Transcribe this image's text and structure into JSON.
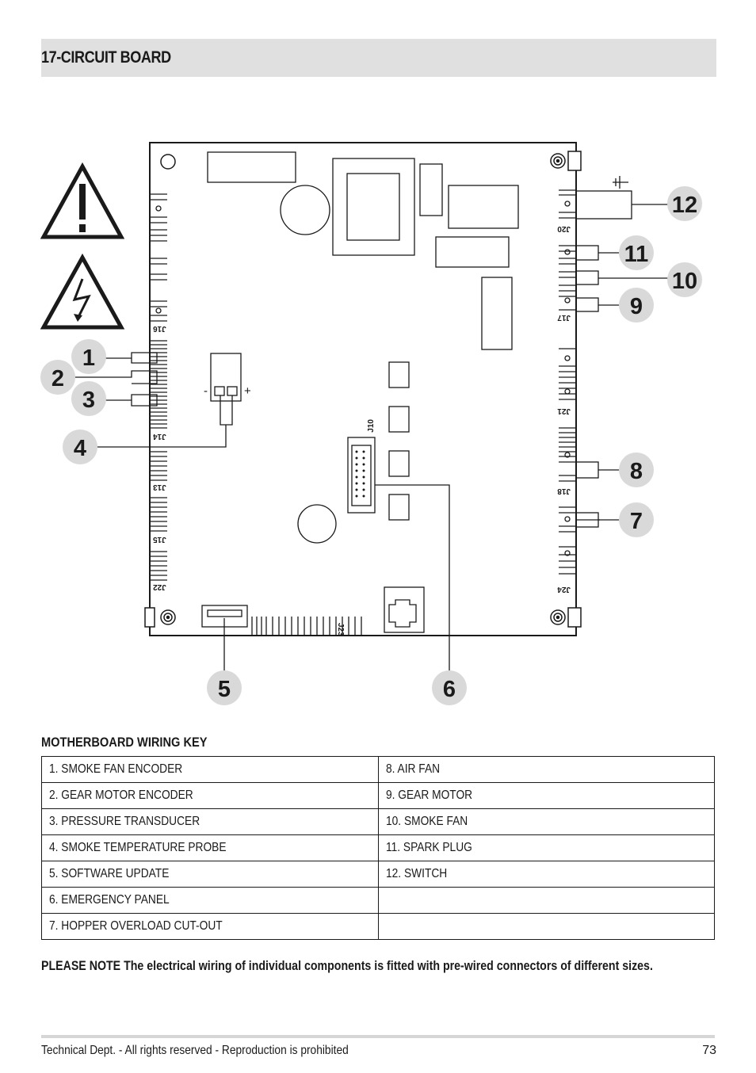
{
  "header": {
    "title": "17-CIRCUIT BOARD"
  },
  "diagram": {
    "polarity_minus": "-",
    "polarity_plus": "+",
    "connector_labels": [
      "J16",
      "J14",
      "J13",
      "J15",
      "J22",
      "J10",
      "J20",
      "J17",
      "J21",
      "J18",
      "J24",
      "J23"
    ],
    "callouts": [
      "1",
      "2",
      "3",
      "4",
      "5",
      "6",
      "7",
      "8",
      "9",
      "10",
      "11",
      "12"
    ]
  },
  "key": {
    "title": "MOTHERBOARD WIRING KEY",
    "rows": [
      [
        "1.  SMOKE FAN ENCODER",
        "8.  AIR FAN"
      ],
      [
        "2.  GEAR MOTOR ENCODER",
        "9.  GEAR MOTOR"
      ],
      [
        "3.  PRESSURE TRANSDUCER",
        "10. SMOKE FAN"
      ],
      [
        "4.  SMOKE TEMPERATURE PROBE",
        "11. SPARK PLUG"
      ],
      [
        "5.  SOFTWARE UPDATE",
        "12. SWITCH"
      ],
      [
        "6.  EMERGENCY PANEL",
        ""
      ],
      [
        "7.  HOPPER OVERLOAD CUT-OUT",
        ""
      ]
    ]
  },
  "note": "PLEASE NOTE The electrical wiring of individual components is fitted with pre-wired connectors of different sizes.",
  "footer": {
    "text": "Technical Dept. - All rights reserved - Reproduction is prohibited",
    "page_number": "73"
  }
}
